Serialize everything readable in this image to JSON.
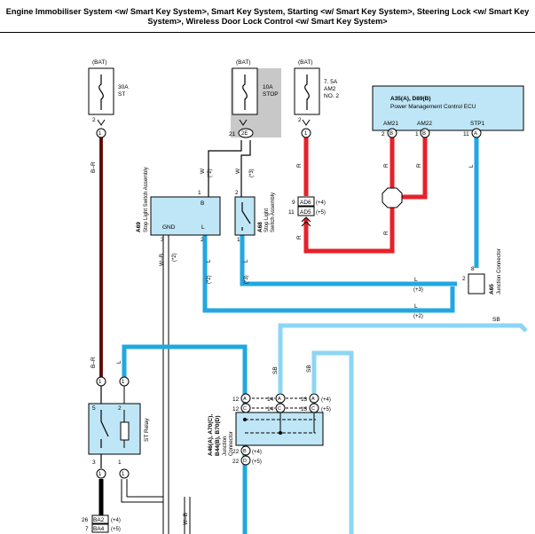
{
  "title": {
    "line1": "Engine Immobiliser System <w/ Smart Key System>, Smart Key System, Starting <w/ Smart Key System>, Steering Lock <w/ Smart Key",
    "line2": "System>, Wireless Door Lock Control <w/ Smart Key System>"
  },
  "colors": {
    "red": "#e8202a",
    "blue": "#22a7e0",
    "lightblue": "#8dd6f3",
    "ecu_fill": "#bfe6f6",
    "shade": "#c8c8c8",
    "br": "#7a1a12"
  },
  "fuses": {
    "st": {
      "bat": "(BAT)",
      "rating": "30A",
      "name": "ST",
      "pin": "2",
      "conn": "1"
    },
    "stop": {
      "bat": "(BAT)",
      "rating": "10A",
      "name": "STOP",
      "pin_l": "21",
      "conn": "2E"
    },
    "am2": {
      "bat": "(BAT)",
      "rating": "7. 5A",
      "name1": "AM2",
      "name2": "NO. 2",
      "pin": "2",
      "conn": "1"
    }
  },
  "ecu": {
    "code": "A35(A), D89(B)",
    "name": "Power Management Control ECU",
    "pin_am21": "AM21",
    "pin_am22": "AM22",
    "pin_stp1": "STP1",
    "n2": "2",
    "n1": "1",
    "n11": "11",
    "cA": "A",
    "cB": "B"
  },
  "wires": {
    "b_r": "B–R",
    "w": "W",
    "w_b": "W–B",
    "r": "R",
    "l": "L",
    "sb": "SB",
    "p2": "(*2)",
    "p3": "(*3)",
    "plus3": "(+3)",
    "plus2": "(+2)"
  },
  "stop_switch_a69": {
    "code": "A69",
    "name1": "Stop Light Switch Assembly",
    "pin_b": "B",
    "pin_gnd": "GND",
    "pin_l": "L",
    "n1": "1",
    "n2": "2",
    "n3": "3"
  },
  "stop_switch_a68": {
    "code": "A68",
    "name1": "Stop Light",
    "name2": "Switch Assembly",
    "n1": "1",
    "n2": "2"
  },
  "ad_conn": {
    "n9": "9",
    "n11": "11",
    "ad5": "AD5",
    "ad6": "AD6",
    "p4": "(+4)",
    "p5": "(+5)"
  },
  "junction_a65": {
    "code": "A65",
    "name": "Junction Connector",
    "n8": "8",
    "n2": "2"
  },
  "junction_big": {
    "code1": "A46(A), A70(C),",
    "code2": "B44(B), B70(D)",
    "name1": "Junction",
    "name2": "Connector",
    "n12": "12",
    "n14": "14",
    "n13": "13",
    "n22": "22",
    "cA": "A",
    "cC": "C",
    "cB": "B",
    "cD": "D",
    "p4": "(+4)",
    "p5": "(+5)"
  },
  "st_relay": {
    "name": "ST Relay",
    "n5": "5",
    "n2": "2",
    "n3": "3",
    "n1": "1"
  },
  "bottom": {
    "n26": "26",
    "n7": "7",
    "ba2": "BA2",
    "ba4": "BA4",
    "p4": "(+4)",
    "p5": "(+5)"
  },
  "conn_1": "1"
}
